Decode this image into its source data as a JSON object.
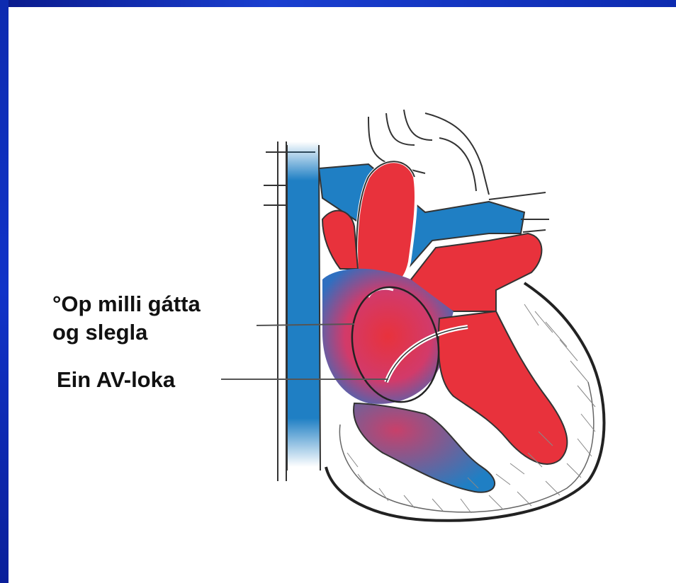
{
  "labels": {
    "primum_line1": "°Op milli gátta",
    "primum_line2": "og slegla",
    "av_valve": "Ein AV-loka"
  },
  "colors": {
    "frame": "#1033c8",
    "oxygenated": "#e8323c",
    "deoxygenated": "#1f7fc4",
    "outline": "#222222"
  }
}
